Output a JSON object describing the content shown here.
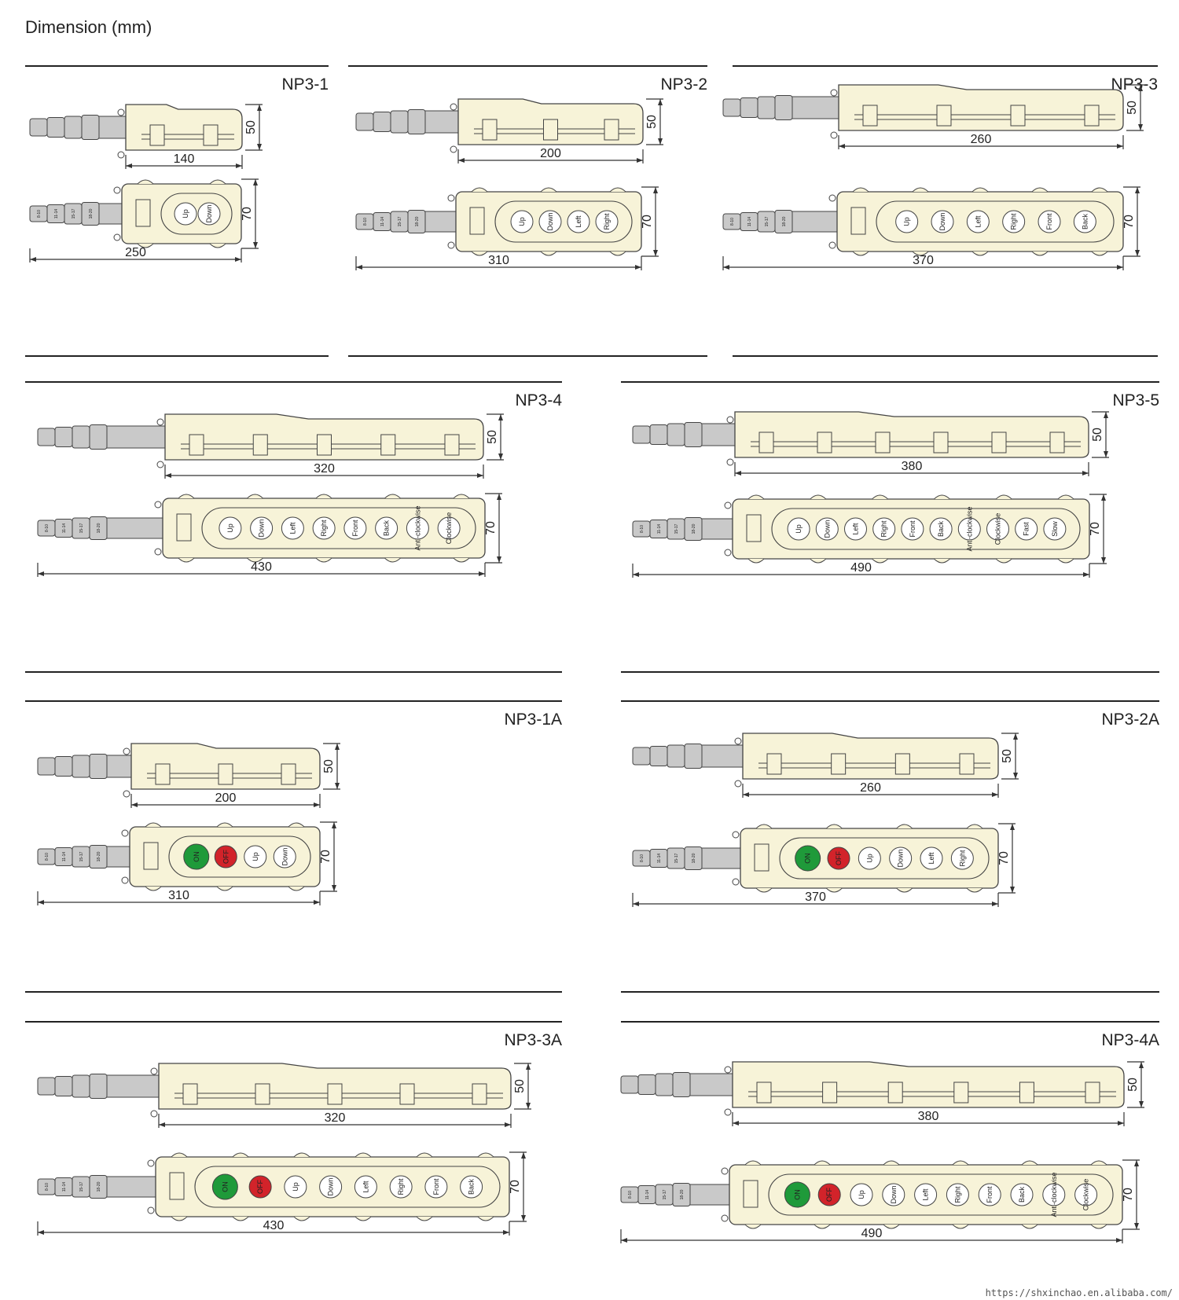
{
  "page": {
    "title": "Dimension (mm)",
    "watermark": "https://shxinchao.en.alibaba.com/"
  },
  "colors": {
    "body": "#f7f3d8",
    "outline": "#444444",
    "cable": "#c9c9c9",
    "on": "#1f9a3a",
    "off": "#d2232a"
  },
  "cable_glands": [
    "8-10",
    "11-14",
    "15-17",
    "18-20"
  ],
  "models": [
    {
      "name": "NP3-1",
      "side_length": "140",
      "side_height": "50",
      "front_length": "250",
      "front_height": "70",
      "buttons": [
        "Up",
        "Down"
      ]
    },
    {
      "name": "NP3-2",
      "side_length": "200",
      "side_height": "50",
      "front_length": "310",
      "front_height": "70",
      "buttons": [
        "Up",
        "Down",
        "Left",
        "Right"
      ]
    },
    {
      "name": "NP3-3",
      "side_length": "260",
      "side_height": "50",
      "front_length": "370",
      "front_height": "70",
      "buttons": [
        "Up",
        "Down",
        "Left",
        "Right",
        "Front",
        "Back"
      ]
    },
    {
      "name": "NP3-4",
      "side_length": "320",
      "side_height": "50",
      "front_length": "430",
      "front_height": "70",
      "buttons": [
        "Up",
        "Down",
        "Left",
        "Right",
        "Front",
        "Back",
        "Anti-clockwise",
        "Clockwise"
      ]
    },
    {
      "name": "NP3-5",
      "side_length": "380",
      "side_height": "50",
      "front_length": "490",
      "front_height": "70",
      "buttons": [
        "Up",
        "Down",
        "Left",
        "Right",
        "Front",
        "Back",
        "Anti-clockwise",
        "Clockwise",
        "Fast",
        "Slow"
      ]
    },
    {
      "name": "NP3-1A",
      "side_length": "200",
      "side_height": "50",
      "front_length": "310",
      "front_height": "70",
      "buttons": [
        "ON",
        "OFF",
        "Up",
        "Down"
      ]
    },
    {
      "name": "NP3-2A",
      "side_length": "260",
      "side_height": "50",
      "front_length": "370",
      "front_height": "70",
      "buttons": [
        "ON",
        "OFF",
        "Up",
        "Down",
        "Left",
        "Right"
      ]
    },
    {
      "name": "NP3-3A",
      "side_length": "320",
      "side_height": "50",
      "front_length": "430",
      "front_height": "70",
      "buttons": [
        "ON",
        "OFF",
        "Up",
        "Down",
        "Left",
        "Right",
        "Front",
        "Back"
      ]
    },
    {
      "name": "NP3-4A",
      "side_length": "380",
      "side_height": "50",
      "front_length": "490",
      "front_height": "70",
      "buttons": [
        "ON",
        "OFF",
        "Up",
        "Down",
        "Left",
        "Right",
        "Front",
        "Back",
        "Anti-clockwise",
        "Clockwise"
      ]
    }
  ]
}
